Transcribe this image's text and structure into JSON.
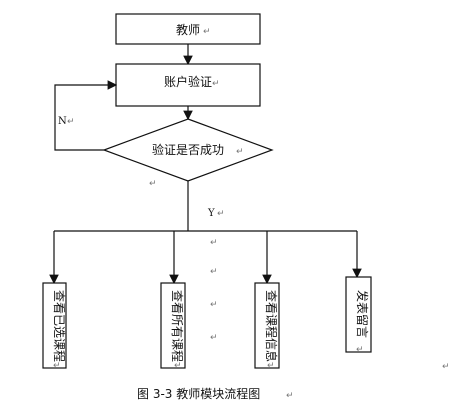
{
  "flowchart": {
    "nodes": {
      "teacher": "教师",
      "account_verification": "账户验证",
      "verify_success_question": "验证是否成功",
      "view_selected_courses": "查看已选课程",
      "view_all_courses": "查看所有课程",
      "view_course_info": "查看课程信息",
      "post_message": "发表留言"
    },
    "branch_labels": {
      "no": "N",
      "yes": "Y"
    },
    "caption": "图 3-3   教师模块流程图",
    "paragraph_mark": "↵"
  }
}
